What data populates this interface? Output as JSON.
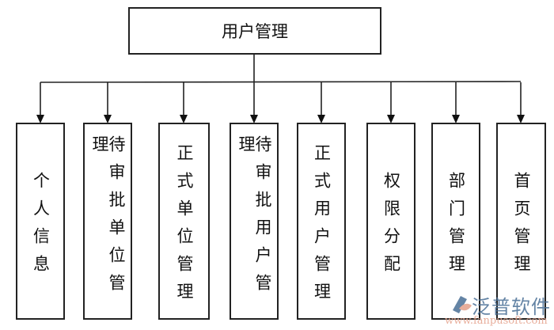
{
  "root": {
    "label": "用户管理"
  },
  "children": [
    {
      "label": "个人信息"
    },
    {
      "label": "待审批单位管理"
    },
    {
      "label": "正式单位管理"
    },
    {
      "label": "待审批用户管理"
    },
    {
      "label": "正式用户管理"
    },
    {
      "label": "权限分配"
    },
    {
      "label": "部门管理"
    },
    {
      "label": "首页管理"
    }
  ],
  "watermark": {
    "name": "泛普软件",
    "url": "www.fanpusoft.com",
    "logo_colors": [
      "#4a6f96",
      "#e4a08a"
    ]
  }
}
